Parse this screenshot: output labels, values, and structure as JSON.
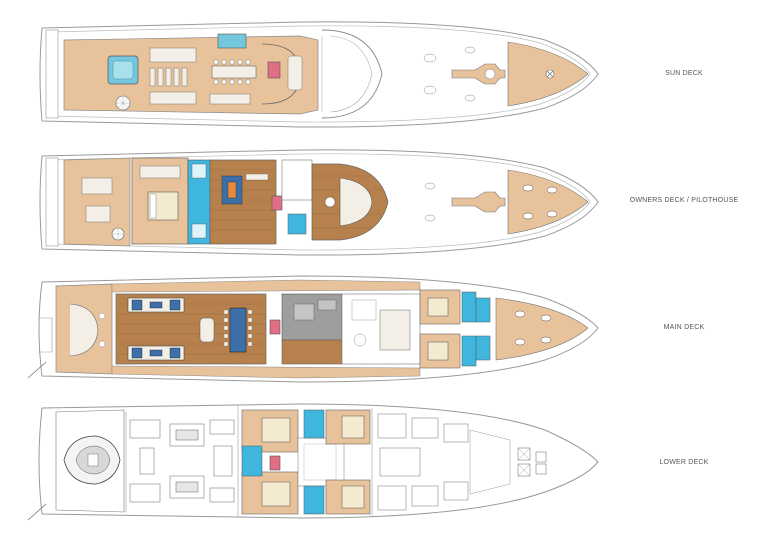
{
  "decks": [
    {
      "id": "sun",
      "label": "SUN DECK"
    },
    {
      "id": "owners",
      "label": "OWNERS DECK / PILOTHOUSE"
    },
    {
      "id": "main",
      "label": "MAIN DECK"
    },
    {
      "id": "lower",
      "label": "LOWER DECK"
    }
  ],
  "colors": {
    "hull_line": "#9a9a9a",
    "deck_tan": "#e7c29a",
    "wood": "#b7814e",
    "pool": "#74c7dc",
    "bath": "#3fb6de",
    "lift": "#e06f86",
    "grey_floor": "#9e9e9e",
    "furniture": "#f3efe6",
    "sofa_blue": "#3d6fa8",
    "bed": "#f3ead0",
    "outline": "#666666"
  },
  "icons": [
    "spiral-stair-icon",
    "lift-icon",
    "hot-tub-icon",
    "helm-icon",
    "tender-boat-icon"
  ]
}
